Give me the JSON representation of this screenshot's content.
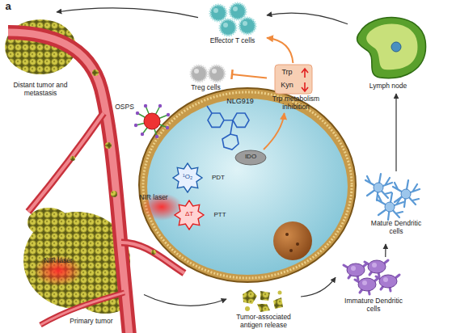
{
  "diagram": {
    "nodes": [
      {
        "text": [
          "Distant tumor and metastasis"
        ]
      },
      {
        "text": [
          "Effector T cells"
        ]
      },
      {
        "text": [
          "Lymph node"
        ]
      },
      {
        "text": [
          "Treg cells"
        ]
      },
      {
        "text": [
          "Trp",
          "Kyn",
          "Trp metabolism inhibition"
        ]
      },
      {
        "text": [
          "NLG919"
        ]
      },
      {
        "text": [
          "IDO"
        ],
        "in": 5
      },
      {
        "text": [
          "¹O₂",
          "PDT"
        ],
        "in": 5
      },
      {
        "text": [
          "ΔT",
          "PTT"
        ],
        "in": 5
      },
      {
        "text": [
          "Mature Dendritic cells"
        ]
      },
      {
        "text": [
          "Immature Dendritic cells"
        ]
      },
      {
        "text": [
          "Primary tumor"
        ]
      },
      {
        "text": [
          "Tumor-associated antigen release"
        ]
      }
    ],
    "edges": [
      {
        "from": 11,
        "to": 12,
        "arrow": "to"
      },
      {
        "from": 12,
        "to": 10,
        "arrow": "to"
      },
      {
        "from": 10,
        "to": 9,
        "arrow": "to"
      },
      {
        "from": 9,
        "to": 2,
        "arrow": "to"
      },
      {
        "from": 2,
        "to": 1,
        "arrow": "to"
      },
      {
        "from": 1,
        "to": 0,
        "arrow": "to"
      },
      {
        "from": 6,
        "to": 4,
        "arrow": "to"
      },
      {
        "from": 4,
        "to": 1,
        "arrow": "to"
      },
      {
        "from": 4,
        "to": 3,
        "arrow": "to"
      }
    ],
    "labels": [
      "a",
      "OSPS",
      "NIR laser",
      "NIR laser"
    ]
  }
}
